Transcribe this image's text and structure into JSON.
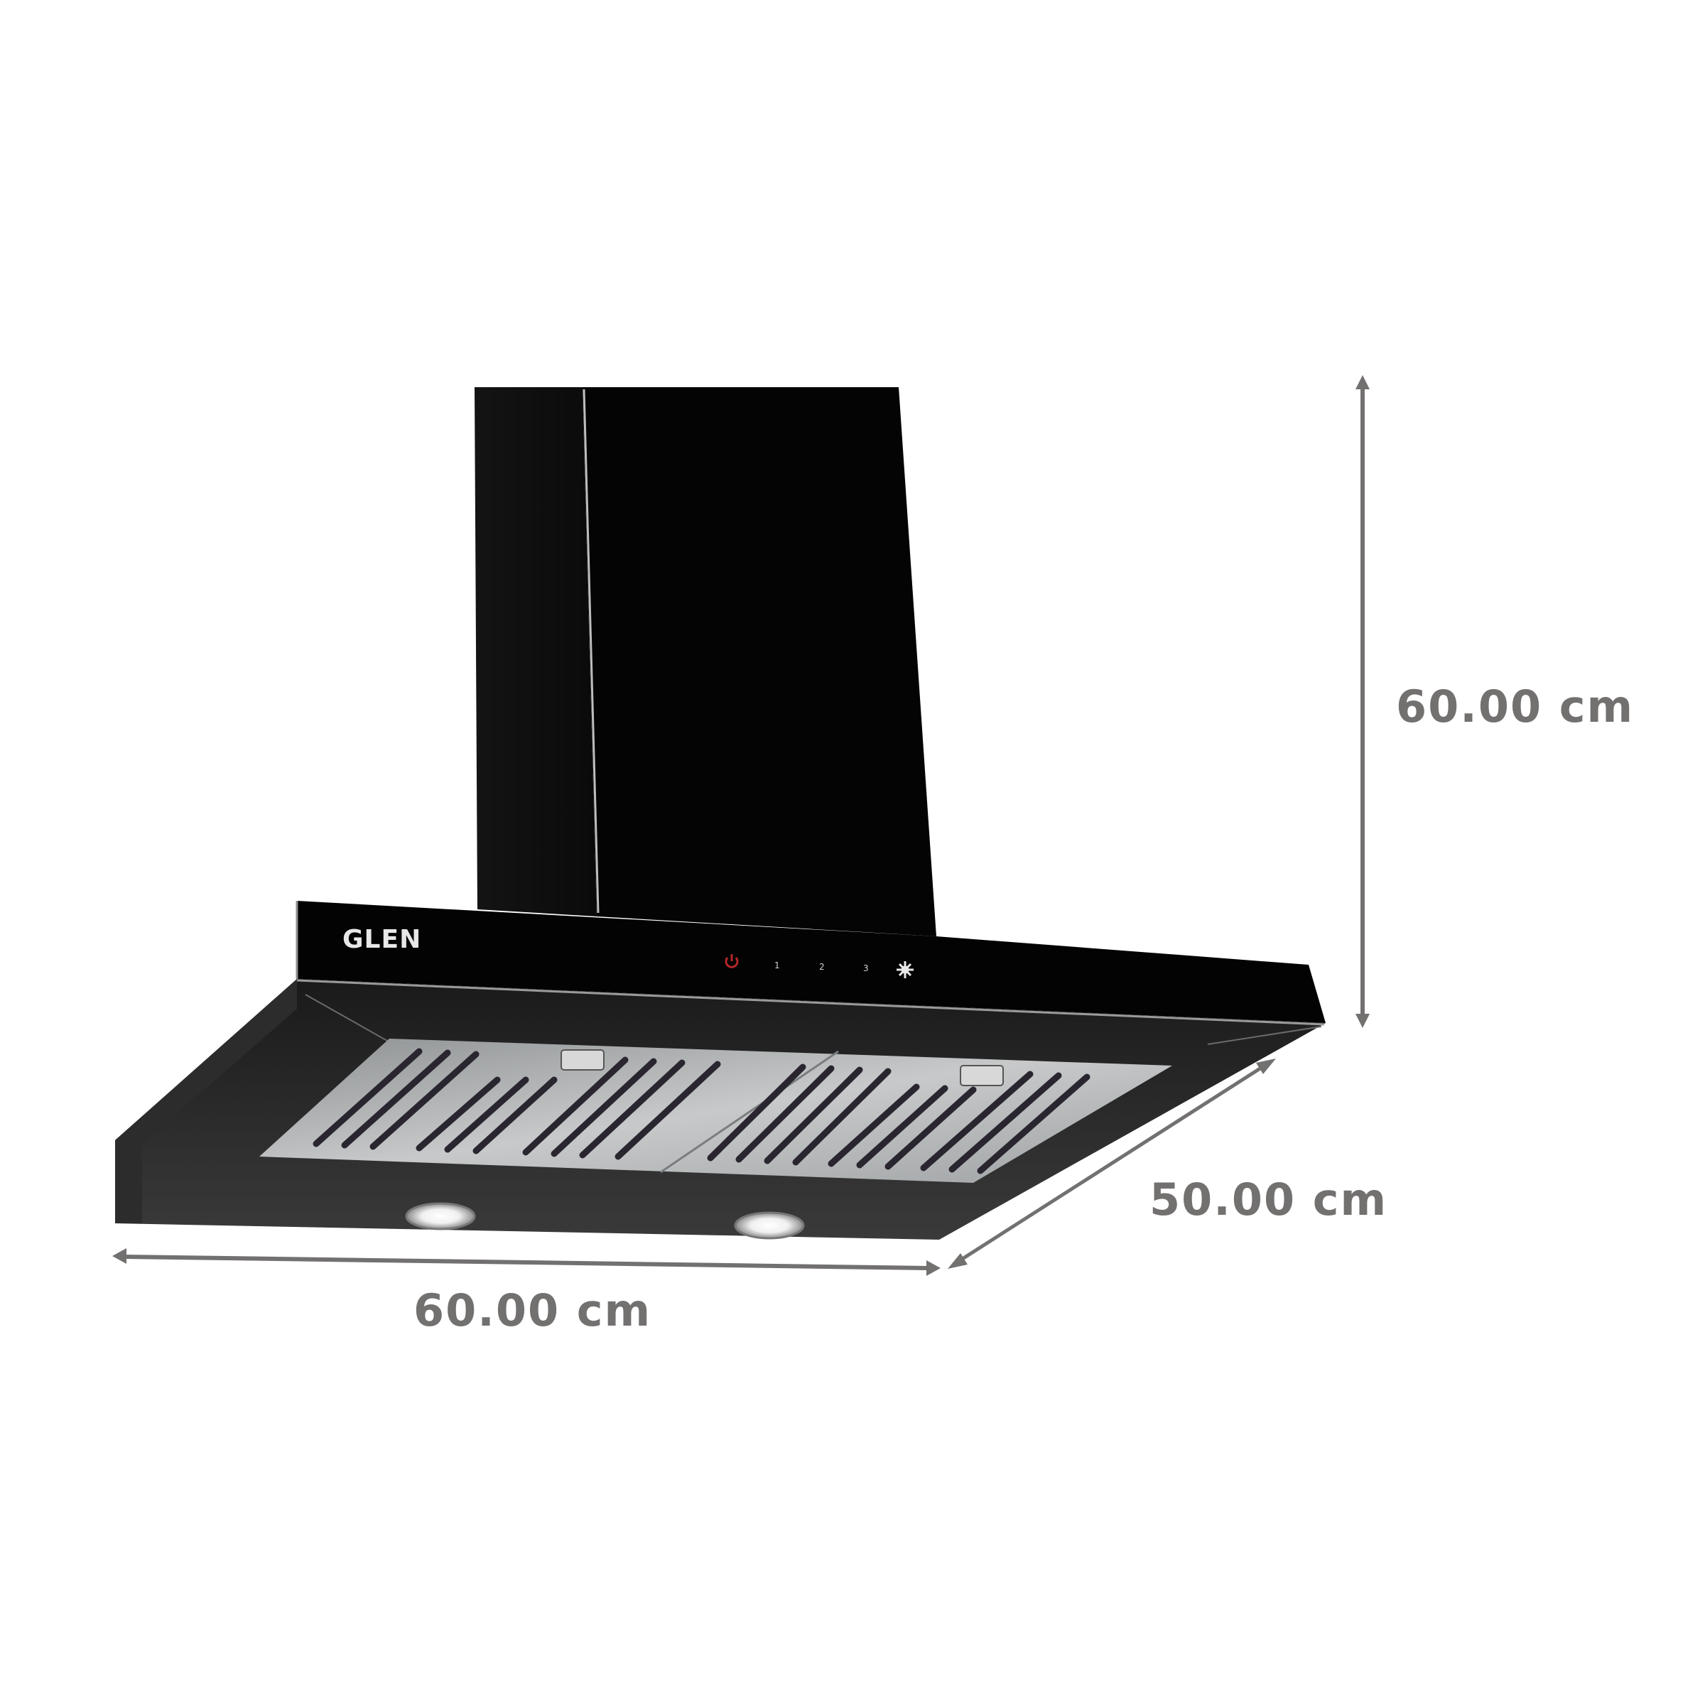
{
  "product": {
    "brand": "GLEN",
    "type": "kitchen-chimney-hood",
    "finish_color": "#050505",
    "filter_color": "#b9bcbd"
  },
  "control_panel": {
    "power_icon": "power-icon",
    "power_color": "#b3262a",
    "speeds": [
      "1",
      "2",
      "3"
    ],
    "light_icon": "light-icon"
  },
  "dimensions": {
    "height": "60.00 cm",
    "depth": "50.00 cm",
    "width": "60.00 cm",
    "arrow_color": "#737070"
  }
}
